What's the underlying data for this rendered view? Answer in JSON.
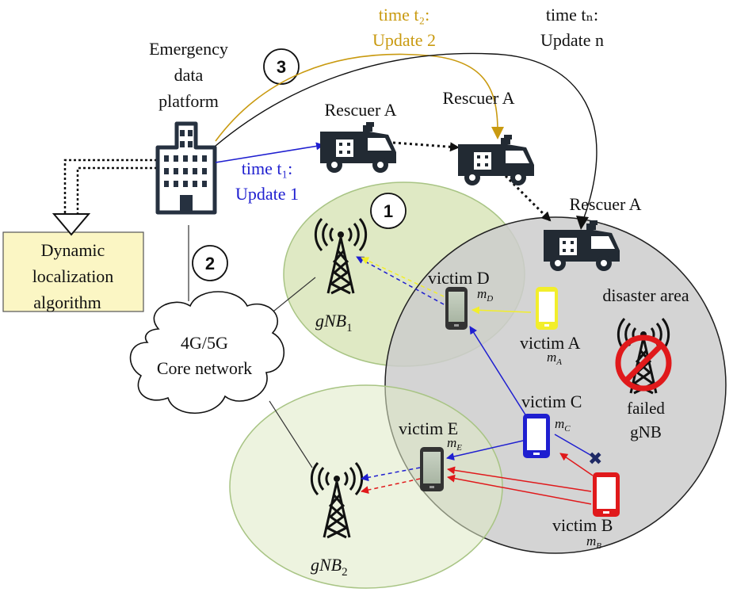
{
  "platform": {
    "label_lines": [
      "Emergency",
      "data",
      "platform"
    ]
  },
  "algorithm": {
    "label_lines": [
      "Dynamic",
      "localization",
      "algorithm"
    ]
  },
  "core": {
    "label_lines": [
      "4G/5G",
      "Core network"
    ]
  },
  "steps": [
    "1",
    "2",
    "3"
  ],
  "updates": {
    "u1": {
      "line1": "time t₁:",
      "line2": "Update 1"
    },
    "u2": {
      "line1": "time t₂:",
      "line2": "Update 2"
    },
    "un": {
      "line1": "time tₙ:",
      "line2": "Update n"
    }
  },
  "rescuers": [
    "Rescuer A",
    "Rescuer A",
    "Rescuer A"
  ],
  "gnbs": {
    "g1": {
      "main": "gNB",
      "sub": "1"
    },
    "g2": {
      "main": "gNB",
      "sub": "2"
    }
  },
  "victims": {
    "A": {
      "label": "victim A",
      "m": "m",
      "sub": "A"
    },
    "B": {
      "label": "victim B",
      "m": "m",
      "sub": "B"
    },
    "C": {
      "label": "victim C",
      "m": "m",
      "sub": "C"
    },
    "D": {
      "label": "victim D",
      "m": "m",
      "sub": "D"
    },
    "E": {
      "label": "victim E",
      "m": "m",
      "sub": "E"
    }
  },
  "disaster": {
    "label": "disaster area",
    "failed_lines": [
      "failed",
      "gNB"
    ]
  },
  "colors": {
    "blue": "#1f1fd0",
    "gold": "#c99a10",
    "red": "#e0191b",
    "yellow": "#f2ee2b",
    "green_cell": "#dfe9c4",
    "disaster_fill": "#cccccc",
    "algo_box": "#fbf6c4"
  }
}
